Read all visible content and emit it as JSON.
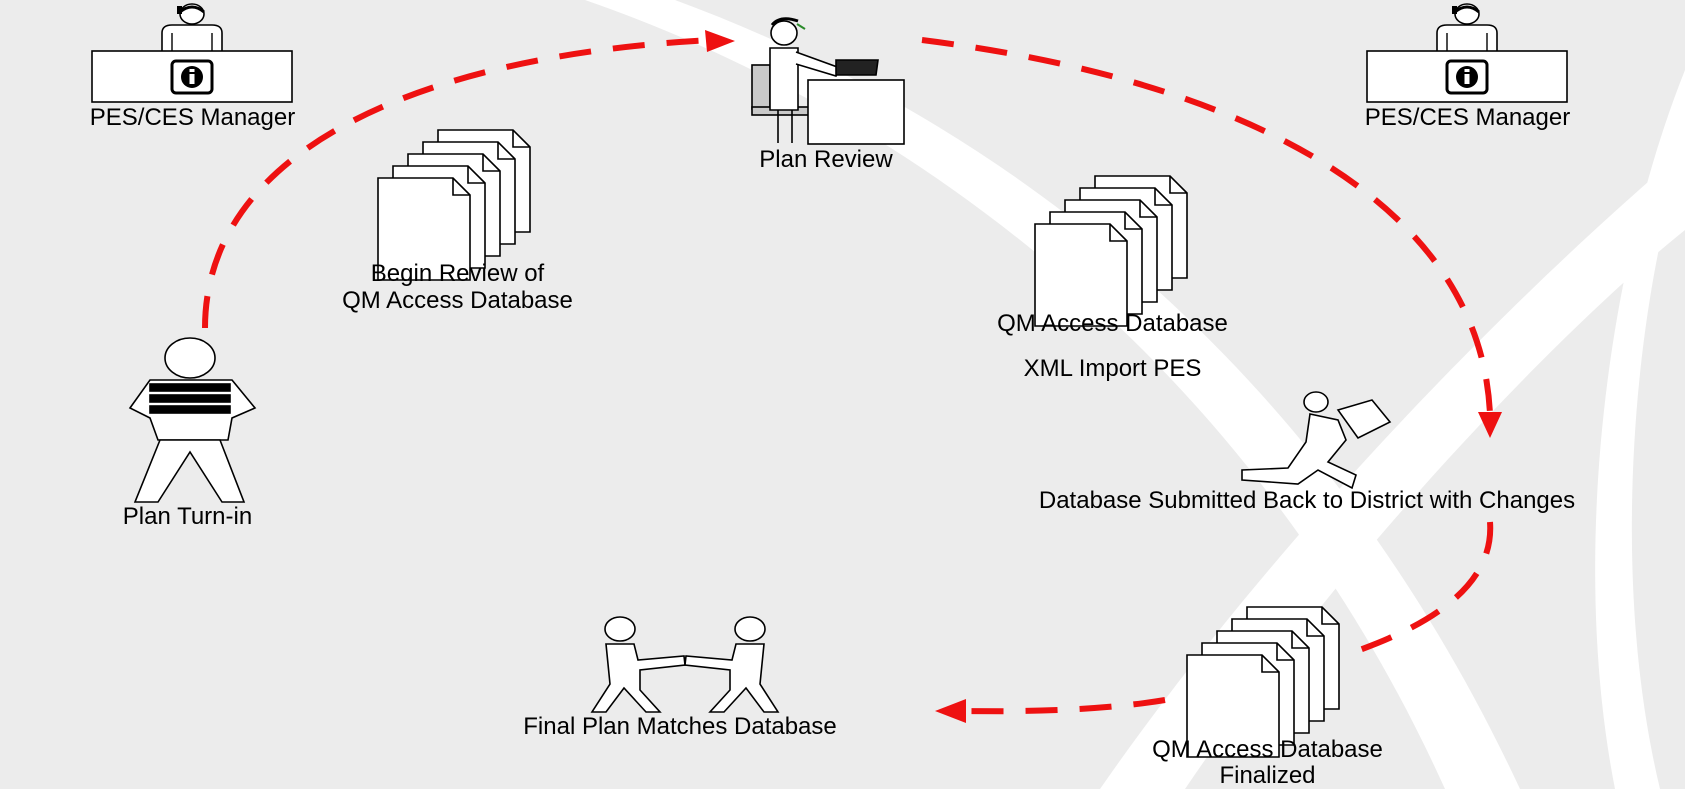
{
  "labels": {
    "manager_left": "PES/CES Manager",
    "manager_right": "PES/CES Manager",
    "plan_review": "Plan Review",
    "begin_review_line1": "Begin Review of",
    "begin_review_line2": "QM Access Database",
    "qm_access_db": "QM Access Database",
    "xml_import": "XML Import PES",
    "submitted_back": "Database Submitted Back to District with Changes",
    "plan_turn_in": "Plan Turn-in",
    "final_plan": "Final Plan Matches Database",
    "finalized_line1": "QM Access Database",
    "finalized_line2": "Finalized"
  },
  "colors": {
    "background": "#ececec",
    "swoosh": "#ffffff",
    "arrow": "#ee1111",
    "stroke": "#000000"
  },
  "icons": {
    "manager_desk": "manager-desk-icon",
    "reviewer": "reviewer-at-desk-icon",
    "document_stack": "document-stack-icon",
    "person_books": "person-carrying-books-icon",
    "courier": "person-carrying-box-icon",
    "handshake": "handshake-icon"
  }
}
